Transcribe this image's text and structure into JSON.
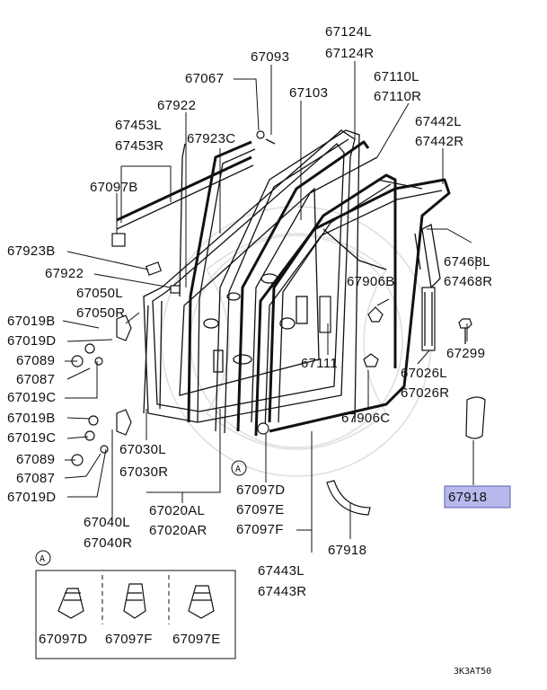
{
  "diagram_code": "3K3AT50",
  "detail_marker": "A",
  "highlight_color": "#b7b9ec",
  "labels": {
    "l_67093": "67093",
    "l_67067": "67067",
    "l_67922_top": "67922",
    "l_67103": "67103",
    "l_67124L": "67124L",
    "l_67124R": "67124R",
    "l_67110L": "67110L",
    "l_67110R": "67110R",
    "l_67442L": "67442L",
    "l_67442R": "67442R",
    "l_67453L": "67453L",
    "l_67453R": "67453R",
    "l_67923C": "67923C",
    "l_67097B": "67097B",
    "l_67923B": "67923B",
    "l_67922_mid": "67922",
    "l_67050L": "67050L",
    "l_67050R": "67050R",
    "l_67019B_1": "67019B",
    "l_67019D_1": "67019D",
    "l_67089_1": "67089",
    "l_67087_1": "67087",
    "l_67019C_1": "67019C",
    "l_67019B_2": "67019B",
    "l_67019C_2": "67019C",
    "l_67089_2": "67089",
    "l_67087_2": "67087",
    "l_67019D_2": "67019D",
    "l_67906B": "67906B",
    "l_67468L": "67468L",
    "l_67468R": "67468R",
    "l_67299": "67299",
    "l_67111": "67111",
    "l_67026L": "67026L",
    "l_67026R": "67026R",
    "l_67906C": "67906C",
    "l_67030L": "67030L",
    "l_67030R": "67030R",
    "l_67020AL": "67020AL",
    "l_67020AR": "67020AR",
    "l_67040L": "67040L",
    "l_67040R": "67040R",
    "l_67097D": "67097D",
    "l_67097E": "67097E",
    "l_67097F": "67097F",
    "l_67918_mid": "67918",
    "l_67918_hl": "67918",
    "l_67443L": "67443L",
    "l_67443R": "67443R",
    "inset_d": "67097D",
    "inset_f": "67097F",
    "inset_e": "67097E"
  }
}
